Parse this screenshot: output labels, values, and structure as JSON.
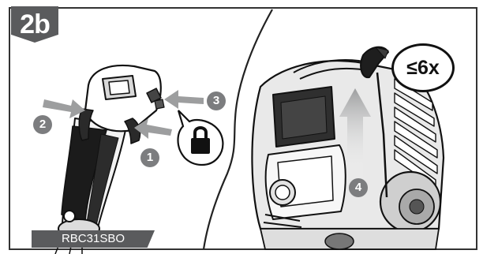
{
  "step_badge": "2b",
  "model_label": "RBC31SBO",
  "pull_count": "≤6x",
  "callouts": [
    "1",
    "2",
    "3",
    "4"
  ],
  "icons": {
    "lock": "padlock-icon",
    "arrow": "gray-arrow-icon",
    "pull": "pull-up-arrow-icon"
  }
}
